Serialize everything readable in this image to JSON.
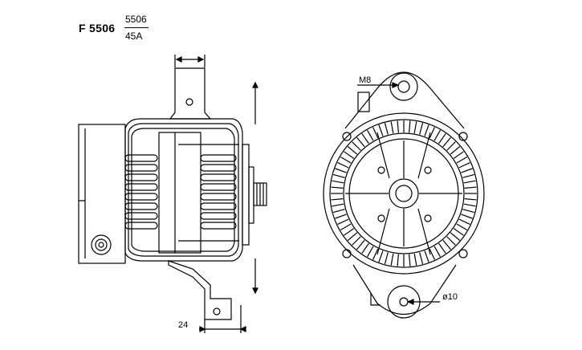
{
  "header": {
    "model": "F 5506",
    "part_number": "5506",
    "rating": "45A"
  },
  "dimensions": {
    "mount_thread": "M8",
    "bore_diameter": "ø10",
    "foot_offset": "24"
  },
  "colors": {
    "line": "#000000",
    "background": "#ffffff"
  }
}
